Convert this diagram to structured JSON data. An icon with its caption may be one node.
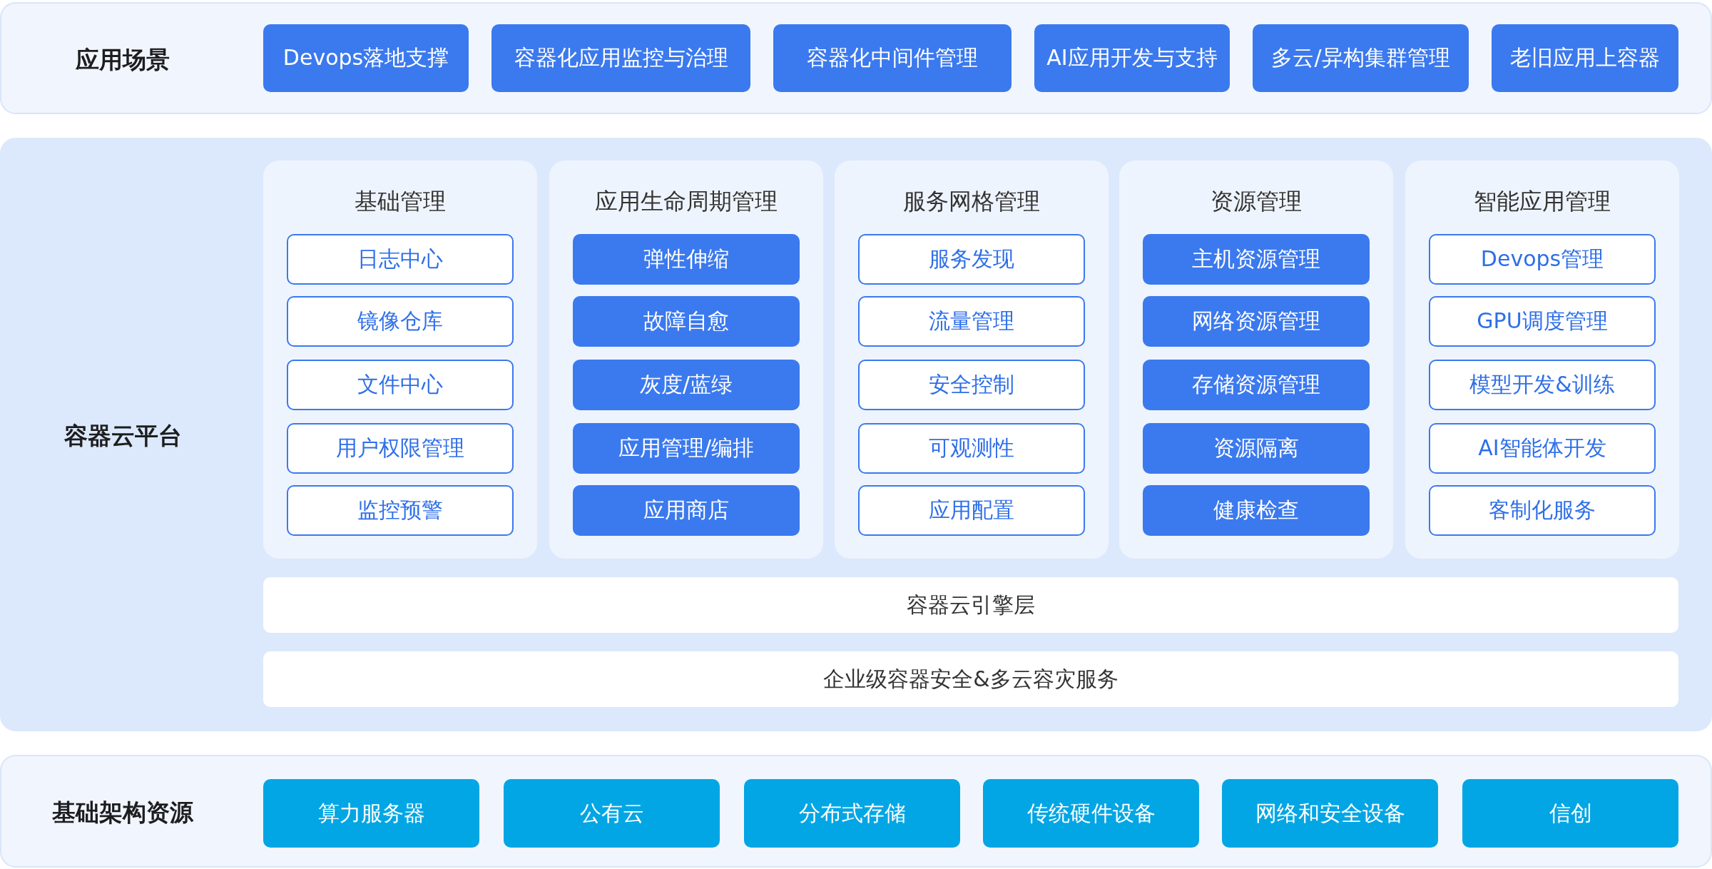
{
  "diagram": {
    "nodes": [
      {
        "text": [
          "应用场景"
        ]
      },
      {
        "text": [
          "Devops落地支撑"
        ],
        "in": 0
      },
      {
        "text": [
          "容器化应用监控与治理"
        ],
        "in": 0
      },
      {
        "text": [
          "容器化中间件管理"
        ],
        "in": 0
      },
      {
        "text": [
          "AI应用开发与支持"
        ],
        "in": 0
      },
      {
        "text": [
          "多云/异构集群管理"
        ],
        "in": 0
      },
      {
        "text": [
          "老旧应用上容器"
        ],
        "in": 0
      },
      {
        "text": [
          "容器云平台"
        ]
      },
      {
        "text": [
          "基础管理"
        ],
        "in": 7
      },
      {
        "text": [
          "日志中心"
        ],
        "in": 8
      },
      {
        "text": [
          "镜像仓库"
        ],
        "in": 8
      },
      {
        "text": [
          "文件中心"
        ],
        "in": 8
      },
      {
        "text": [
          "用户权限管理"
        ],
        "in": 8
      },
      {
        "text": [
          "监控预警"
        ],
        "in": 8
      },
      {
        "text": [
          "应用生命周期管理"
        ],
        "in": 7
      },
      {
        "text": [
          "弹性伸缩"
        ],
        "in": 14
      },
      {
        "text": [
          "故障自愈"
        ],
        "in": 14
      },
      {
        "text": [
          "灰度/蓝绿"
        ],
        "in": 14
      },
      {
        "text": [
          "应用管理/编排"
        ],
        "in": 14
      },
      {
        "text": [
          "应用商店"
        ],
        "in": 14
      },
      {
        "text": [
          "服务网格管理"
        ],
        "in": 7
      },
      {
        "text": [
          "服务发现"
        ],
        "in": 20
      },
      {
        "text": [
          "流量管理"
        ],
        "in": 20
      },
      {
        "text": [
          "安全控制"
        ],
        "in": 20
      },
      {
        "text": [
          "可观测性"
        ],
        "in": 20
      },
      {
        "text": [
          "应用配置"
        ],
        "in": 20
      },
      {
        "text": [
          "资源管理"
        ],
        "in": 7
      },
      {
        "text": [
          "主机资源管理"
        ],
        "in": 26
      },
      {
        "text": [
          "网络资源管理"
        ],
        "in": 26
      },
      {
        "text": [
          "存储资源管理"
        ],
        "in": 26
      },
      {
        "text": [
          "资源隔离"
        ],
        "in": 26
      },
      {
        "text": [
          "健康检查"
        ],
        "in": 26
      },
      {
        "text": [
          "智能应用管理"
        ],
        "in": 7
      },
      {
        "text": [
          "Devops管理"
        ],
        "in": 32
      },
      {
        "text": [
          "GPU调度管理"
        ],
        "in": 32
      },
      {
        "text": [
          "模型开发&训练"
        ],
        "in": 32
      },
      {
        "text": [
          "AI智能体开发"
        ],
        "in": 32
      },
      {
        "text": [
          "客制化服务"
        ],
        "in": 32
      },
      {
        "text": [
          "容器云引擎层"
        ],
        "in": 7
      },
      {
        "text": [
          "企业级容器安全&多云容灾服务"
        ],
        "in": 7
      },
      {
        "text": [
          "基础架构资源"
        ]
      },
      {
        "text": [
          "算力服务器"
        ],
        "in": 40
      },
      {
        "text": [
          "公有云"
        ],
        "in": 40
      },
      {
        "text": [
          "分布式存储"
        ],
        "in": 40
      },
      {
        "text": [
          "传统硬件设备"
        ],
        "in": 40
      },
      {
        "text": [
          "网络和安全设备"
        ],
        "in": 40
      },
      {
        "text": [
          "信创"
        ],
        "in": 40
      }
    ]
  }
}
